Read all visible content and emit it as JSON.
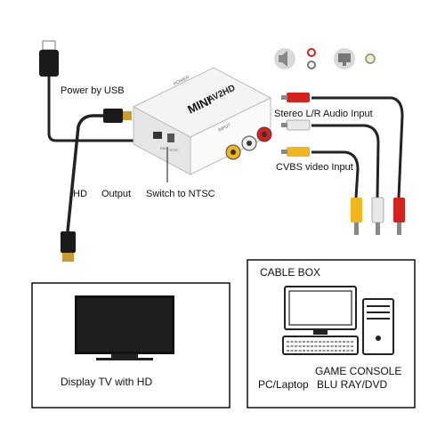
{
  "labels": {
    "power": "Power by USB",
    "audio_input": "Stereo L/R Audio Input",
    "video_input": "CVBS video Input",
    "hd": "HD",
    "output": "Output",
    "switch_ntsc": "Switch to NTSC",
    "display_tv": "Display TV with HD",
    "cable_box": "CABLE BOX",
    "pc_laptop": "PC/Laptop",
    "game_console": "GAME CONSOLE",
    "blu_ray": "BLU RAY/DVD"
  },
  "device": {
    "brand": "MINI",
    "model": "AV2HD",
    "side_label": "POWER",
    "front_label": "INPUT",
    "switch_labels": [
      "PAL",
      "NTSC"
    ]
  },
  "icons": [
    "speaker-icon",
    "monitor-icon"
  ],
  "colors": {
    "red": "#d4211e",
    "white": "#e8e8e8",
    "yellow": "#f2b51c",
    "cable": "#222222",
    "frame": "#111111"
  }
}
